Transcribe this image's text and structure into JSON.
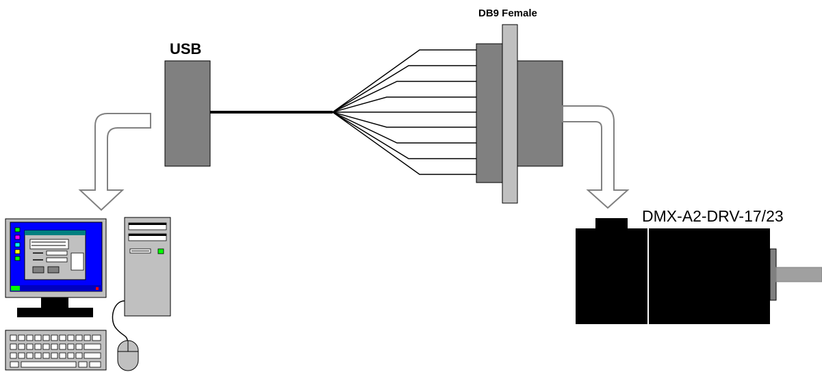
{
  "labels": {
    "usb": "USB",
    "db9": "DB9 Female",
    "motor": "DMX-A2-DRV-17/23"
  },
  "colors": {
    "connector_gray": "#808080",
    "flange_gray": "#c0c0c0",
    "motor_black": "#000000",
    "screen_blue": "#0000ff",
    "taskbar_blue": "#0000c0",
    "icon_green": "#00ff00",
    "icon_magenta": "#ff00ff",
    "icon_teal": "#008080"
  },
  "icons": [
    "usb-connector-icon",
    "db9-connector-icon",
    "computer-monitor-icon",
    "computer-tower-icon",
    "keyboard-icon",
    "mouse-icon",
    "stepper-motor-icon",
    "arrow-down-icon"
  ]
}
